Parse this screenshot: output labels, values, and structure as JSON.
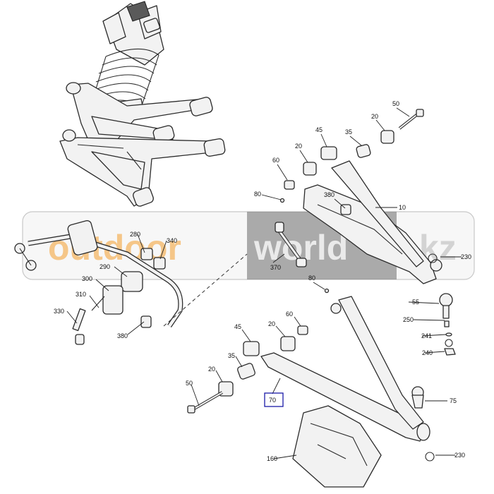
{
  "watermark": {
    "part1": "outdoor",
    "part2": "world",
    "part3": ".kz",
    "accent_color": "#f4b96c"
  },
  "callouts": [
    {
      "id": "c-50-top",
      "text": "50"
    },
    {
      "id": "c-20-top",
      "text": "20"
    },
    {
      "id": "c-45-top",
      "text": "45"
    },
    {
      "id": "c-35-top",
      "text": "35"
    },
    {
      "id": "c-20-mid",
      "text": "20"
    },
    {
      "id": "c-60-top",
      "text": "60"
    },
    {
      "id": "c-80-top",
      "text": "80"
    },
    {
      "id": "c-380-top",
      "text": "380"
    },
    {
      "id": "c-10",
      "text": "10"
    },
    {
      "id": "c-230-top",
      "text": "230"
    },
    {
      "id": "c-370",
      "text": "370"
    },
    {
      "id": "c-280",
      "text": "280"
    },
    {
      "id": "c-340",
      "text": "340"
    },
    {
      "id": "c-290",
      "text": "290"
    },
    {
      "id": "c-300",
      "text": "300"
    },
    {
      "id": "c-310",
      "text": "310"
    },
    {
      "id": "c-330",
      "text": "330"
    },
    {
      "id": "c-380-bot",
      "text": "380"
    },
    {
      "id": "c-80-bot",
      "text": "80"
    },
    {
      "id": "c-55",
      "text": "55"
    },
    {
      "id": "c-250",
      "text": "250"
    },
    {
      "id": "c-241",
      "text": "241"
    },
    {
      "id": "c-240",
      "text": "240"
    },
    {
      "id": "c-45-bot",
      "text": "45"
    },
    {
      "id": "c-20-bot",
      "text": "20"
    },
    {
      "id": "c-60-bot",
      "text": "60"
    },
    {
      "id": "c-35-bot",
      "text": "35"
    },
    {
      "id": "c-20-low",
      "text": "20"
    },
    {
      "id": "c-50-bot",
      "text": "50"
    },
    {
      "id": "c-70",
      "text": "70",
      "highlighted": true,
      "highlight_color": "#1a1aa8"
    },
    {
      "id": "c-75",
      "text": "75"
    },
    {
      "id": "c-160",
      "text": "160"
    },
    {
      "id": "c-230-bot",
      "text": "230"
    }
  ]
}
